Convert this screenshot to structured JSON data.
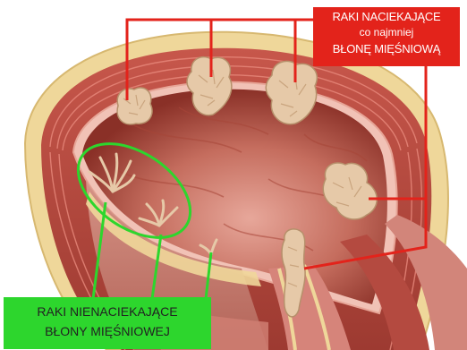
{
  "labels": {
    "invasive_title": "RAKI NACIEKAJĄCE",
    "invasive_qualifier": "co najmniej",
    "invasive_layer": "BŁONĘ MIĘŚNIOWĄ",
    "noninvasive_title": "RAKI NIENACIEKAJĄCE",
    "noninvasive_layer": "BŁONY MIĘŚNIOWEJ"
  },
  "colors": {
    "invasive_box": "#e3231b",
    "invasive_lines": "#e3231b",
    "noninvasive_box": "#2dd62d",
    "noninvasive_lines": "#2dd62d",
    "bladder_wall": "#b8453c",
    "fat_layer": "#efd79a",
    "lumen": "#c06a5a",
    "tumor": "#e6c9a8"
  },
  "icons": {
    "organ": "bladder-cross-section-illustration",
    "tumor": "tumor-growth-icon"
  }
}
